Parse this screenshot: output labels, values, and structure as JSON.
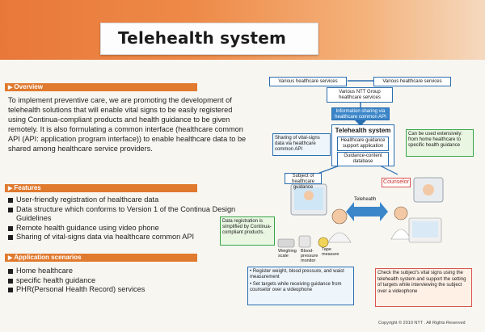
{
  "title": "Telehealth system",
  "overview": {
    "heading": "Overview",
    "text": "To implement preventive care, we are promoting the development of telehealth solutions that will enable vital signs to be easily registered using Continua-compliant products and health guidance to be given remotely. It is also formulating a common interface (healthcare common API (API: application program interface)) to enable healthcare data to be shared among healthcare service providers."
  },
  "features": {
    "heading": "Features",
    "items": [
      "User-friendly registration of healthcare data",
      "Data structure which conforms to Version 1 of the Continua Design Guidelines",
      "Remote health guidance using video phone",
      "Sharing of vital-signs data via healthcare common API"
    ]
  },
  "application": {
    "heading": "Application scenarios",
    "items": [
      "Home healthcare",
      "specific health guidance",
      "PHR(Personal Health Record) services"
    ]
  },
  "diagram": {
    "various_left": "Various healthcare services",
    "various_right": "Various healthcare services",
    "ntt_services": "Various NTT Group healthcare services",
    "info_sharing": "Information sharing via healthcare common API",
    "sharing_vital": "Sharing of vital-signs data via healthcare common API",
    "telehealth_system": "Telehealth system",
    "guidance_app": "Healthcare guidance support application",
    "guidance_db": "Guidance-content database",
    "used_extensively": "Can be used extensively: from home healthcare to specific health guidance",
    "subject": "Subject of healthcare guidance",
    "counselor": "Counselor",
    "telehealth_link": "Telehealth",
    "registration_simplified": "Data registration is simplified by Continua-compliant products.",
    "weighing_scale": "Weighing scale",
    "blood_pressure": "Blood-pressure monitor",
    "tape_measure": "Tape measure",
    "subject_actions": [
      "Register weight, blood pressure, and waist measurement",
      "Set targets while receiving guidance from counselor over a videophone"
    ],
    "counselor_action": "Check the subject's vital signs using the telehealth system and support the setting of targets while interviewing the subject over a videophone"
  },
  "copyright": "Copyright © 2010 NTT . All Rights Reserved",
  "colors": {
    "accent": "#e07a2f",
    "diagram_blue": "#2a6fb0",
    "diagram_green": "#3aa64a"
  }
}
